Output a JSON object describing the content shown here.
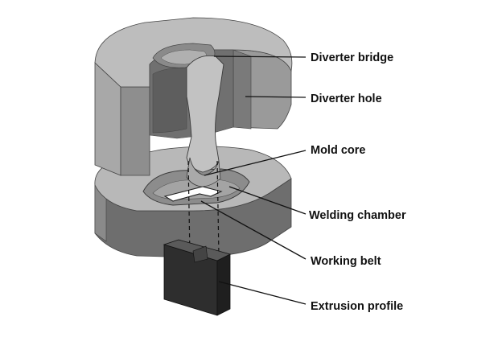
{
  "diagram": {
    "labels": {
      "diverter_bridge": "Diverter bridge",
      "diverter_hole": "Diverter hole",
      "mold_core": "Mold core",
      "welding_chamber": "Welding chamber",
      "working_belt": "Working belt",
      "extrusion_profile": "Extrusion profile"
    },
    "colors": {
      "upper_die_top": "#bdbdbd",
      "upper_die_side": "#9a9a9a",
      "upper_die_shadow": "#707070",
      "lower_die_top": "#b8b8b8",
      "lower_die_side": "#6e6e6e",
      "cavity": "#8c8c8c",
      "profile": "#2e2e2e",
      "leader_lines": "#111111"
    }
  }
}
